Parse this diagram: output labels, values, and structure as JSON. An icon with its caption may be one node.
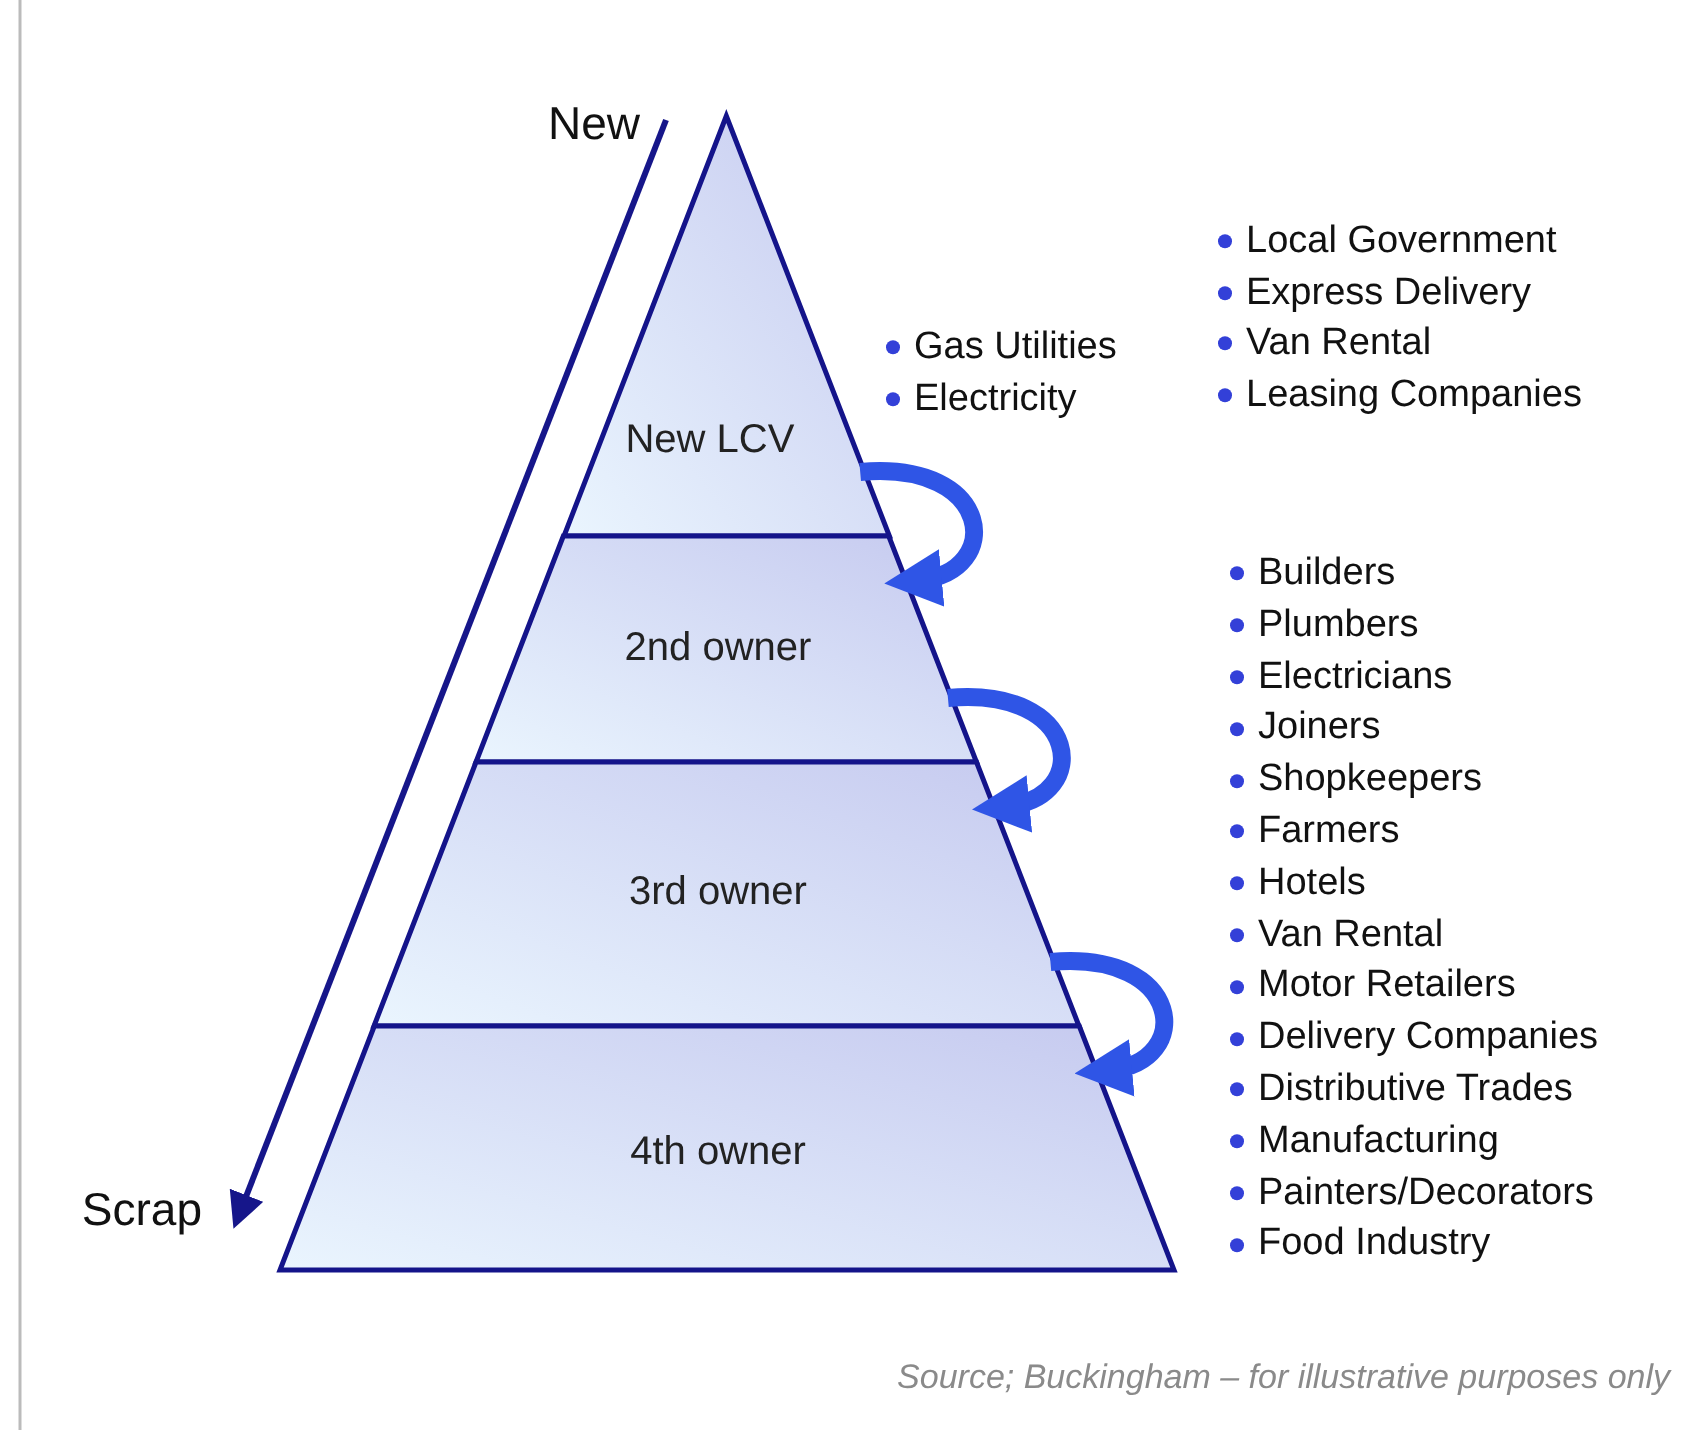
{
  "diagram": {
    "nodes": [
      {
        "text": [
          "New LCV"
        ]
      },
      {
        "text": [
          "2nd owner"
        ]
      },
      {
        "text": [
          "3rd owner"
        ]
      },
      {
        "text": [
          "4th owner"
        ]
      },
      {
        "text": [
          "New"
        ]
      },
      {
        "text": [
          "Scrap"
        ]
      }
    ],
    "edges": [
      {
        "from": 0,
        "to": 1,
        "arrow": "to"
      },
      {
        "from": 1,
        "to": 2,
        "arrow": "to"
      },
      {
        "from": 2,
        "to": 3,
        "arrow": "to"
      },
      {
        "from": 4,
        "to": 5,
        "arrow": "to",
        "color": "#16168a"
      }
    ],
    "labels": [
      "Gas Utilities",
      "Electricity",
      "Local Government",
      "Express Delivery",
      "Van Rental",
      "Leasing Companies",
      "Builders",
      "Plumbers",
      "Electricians",
      "Joiners",
      "Shopkeepers",
      "Farmers",
      "Hotels",
      "Van Rental",
      "Motor Retailers",
      "Delivery Companies",
      "Distributive Trades",
      "Manufacturing",
      "Painters/Decorators",
      "Food Industry",
      "Source; Buckingham – for illustrative purposes only"
    ]
  }
}
